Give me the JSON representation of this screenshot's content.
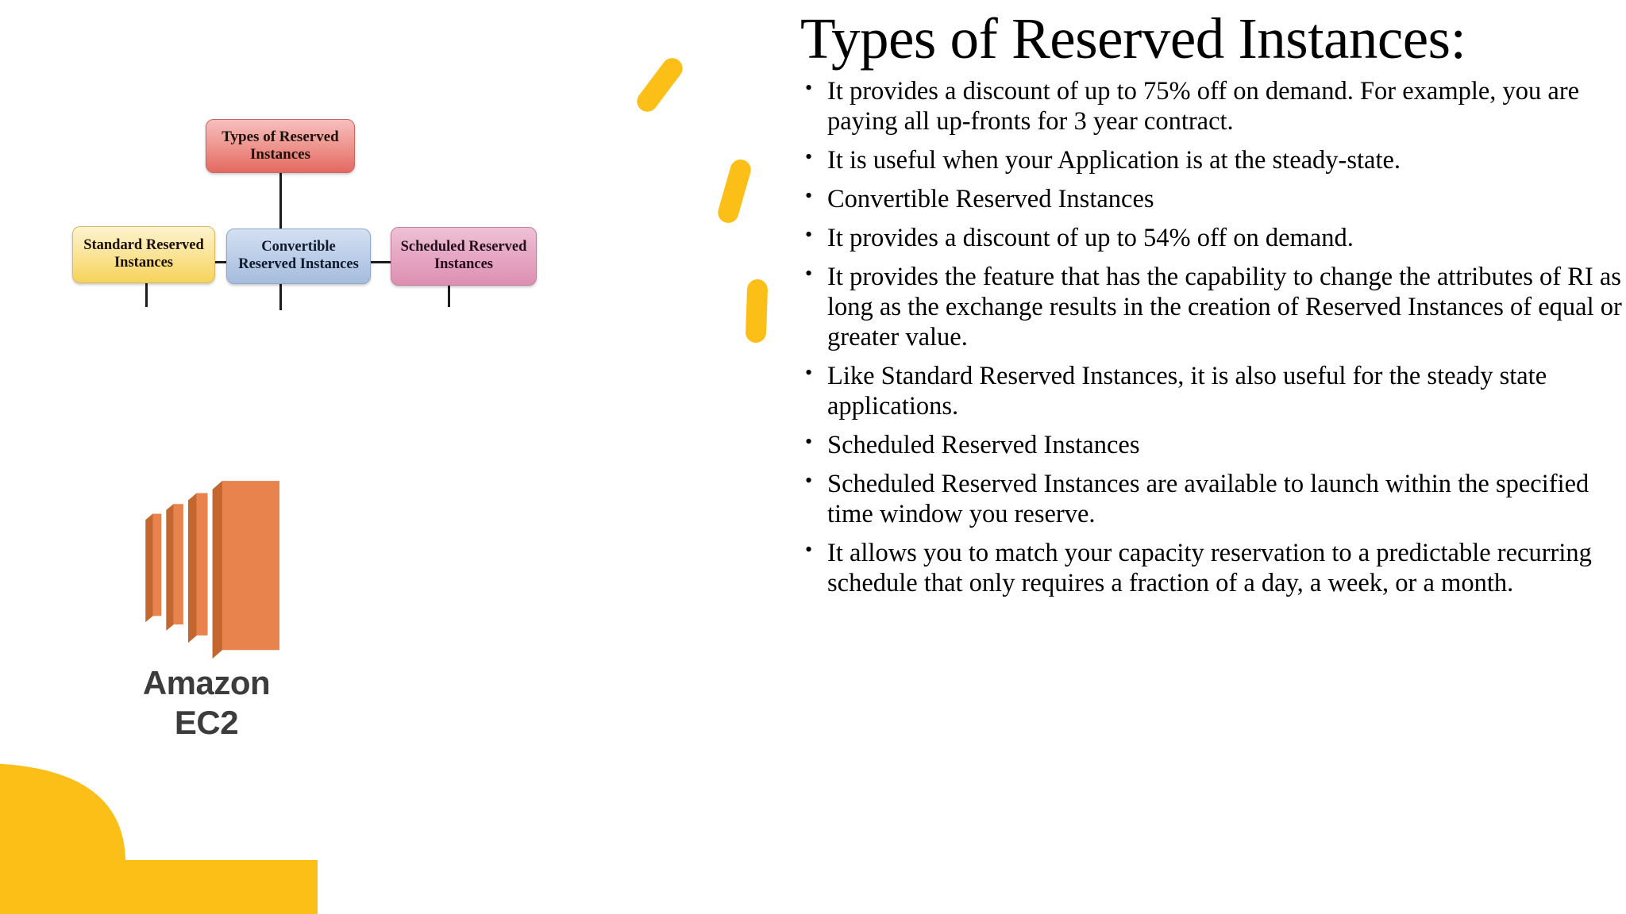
{
  "slide": {
    "title": "Types of Reserved Instances:",
    "bullets": [
      "It provides a discount of up to 75% off on demand. For example, you are paying all up-fronts for 3 year contract.",
      "It is useful when your Application is at the steady-state.",
      "Convertible Reserved Instances",
      "It provides a discount of up to 54% off on demand.",
      "It provides the feature that has the capability to change the attributes of RI as long as the exchange results in the creation of Reserved Instances of equal or greater value.",
      "Like Standard Reserved Instances, it is also useful for the steady state applications.",
      "Scheduled Reserved Instances",
      "Scheduled Reserved Instances are available to launch within the specified time window you reserve.",
      "It allows you to match your capacity reservation to a predictable recurring schedule that only requires a fraction of a day, a week, or a month."
    ]
  },
  "diagram": {
    "root": "Types of Reserved Instances",
    "children": [
      "Standard Reserved Instances",
      "Convertible Reserved Instances",
      "Scheduled Reserved Instances"
    ],
    "colors": {
      "root": "#ec8b84",
      "standard": "#f9dd7e",
      "convertible": "#b3c7e4",
      "scheduled": "#e39ebd",
      "connector": "#1c1c1c"
    }
  },
  "logo": {
    "name_line1": "Amazon",
    "name_line2": "EC2",
    "face_color": "#E8834E",
    "side_color": "#C4662F",
    "top_color": "#D9763F"
  },
  "decor": {
    "accent_color": "#FCBF18",
    "dash_count": 3
  }
}
